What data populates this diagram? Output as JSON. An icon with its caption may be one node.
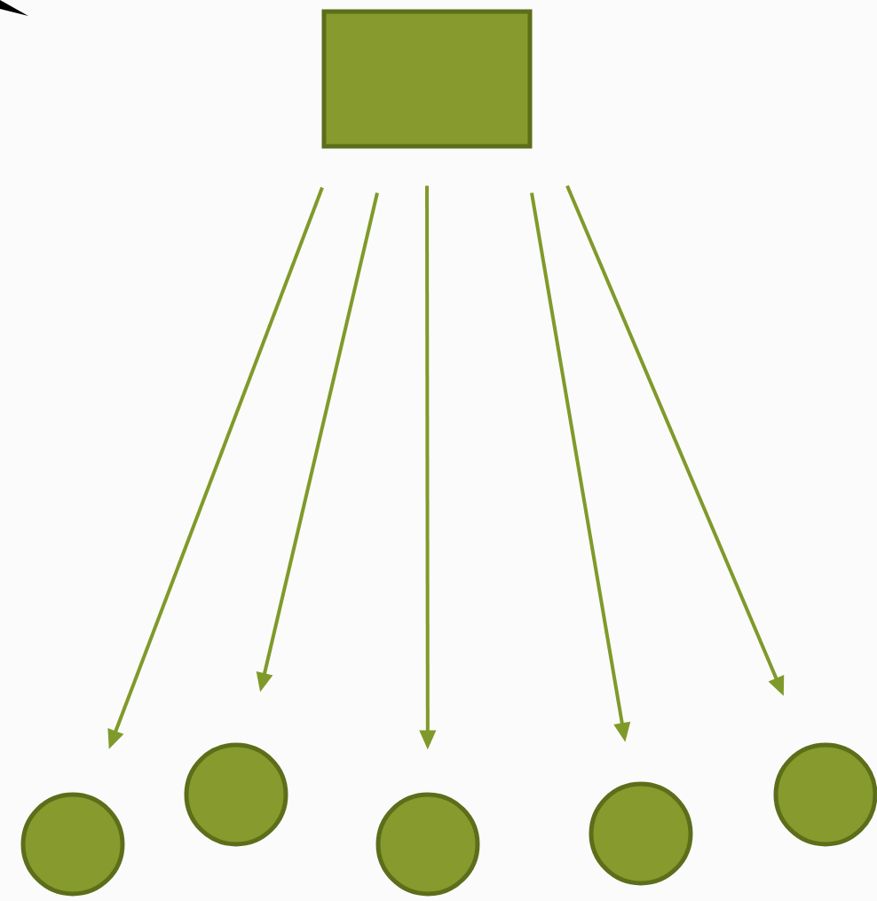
{
  "diagram": {
    "nodes": [
      {
        "text": [],
        "shape": "box"
      },
      {
        "text": [],
        "shape": "circle"
      },
      {
        "text": [],
        "shape": "circle"
      },
      {
        "text": [],
        "shape": "circle"
      },
      {
        "text": [],
        "shape": "circle"
      },
      {
        "text": [],
        "shape": "circle"
      }
    ],
    "edges": [
      {
        "from": 0,
        "to": 1,
        "arrow": "to"
      },
      {
        "from": 0,
        "to": 2,
        "arrow": "to"
      },
      {
        "from": 0,
        "to": 3,
        "arrow": "to"
      },
      {
        "from": 0,
        "to": 4,
        "arrow": "to"
      },
      {
        "from": 0,
        "to": 5,
        "arrow": "to"
      }
    ]
  }
}
